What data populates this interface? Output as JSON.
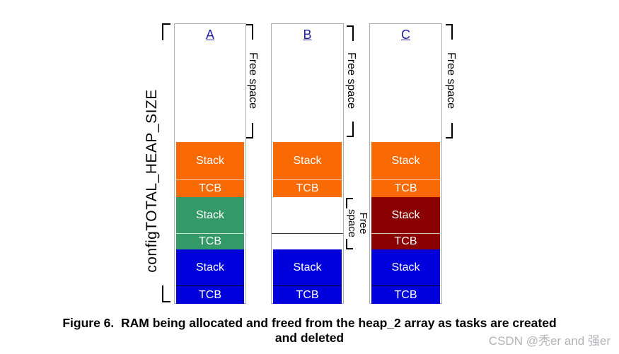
{
  "heap_bracket": {
    "label": "configTOTAL_HEAP_SIZE"
  },
  "columns": [
    {
      "header": "A",
      "free_space": {
        "label": "Free space"
      },
      "blocks": [
        {
          "label": "Stack",
          "color": "#f96a05"
        },
        {
          "label": "TCB",
          "color": "#f96a05"
        },
        {
          "label": "Stack",
          "color": "#339966"
        },
        {
          "label": "TCB",
          "color": "#339966"
        },
        {
          "label": "Stack",
          "color": "#0000dd"
        },
        {
          "label": "TCB",
          "color": "#0000dd"
        }
      ]
    },
    {
      "header": "B",
      "free_space": {
        "label": "Free space"
      },
      "freed_gap": {
        "line1": "Free",
        "line2": "space"
      },
      "blocks": [
        {
          "label": "Stack",
          "color": "#f96a05"
        },
        {
          "label": "TCB",
          "color": "#f96a05"
        },
        {
          "label": "Stack",
          "color": "#0000dd"
        },
        {
          "label": "TCB",
          "color": "#0000dd"
        }
      ]
    },
    {
      "header": "C",
      "free_space": {
        "label": "Free space"
      },
      "blocks": [
        {
          "label": "Stack",
          "color": "#f96a05"
        },
        {
          "label": "TCB",
          "color": "#f96a05"
        },
        {
          "label": "Stack",
          "color": "#8b0000"
        },
        {
          "label": "TCB",
          "color": "#8b0000"
        },
        {
          "label": "Stack",
          "color": "#0000dd"
        },
        {
          "label": "TCB",
          "color": "#0000dd"
        }
      ]
    }
  ],
  "caption": {
    "line1": "Figure 6.  RAM being allocated and freed from the heap_2 array as tasks are created",
    "line2": "and deleted"
  },
  "watermark": "CSDN @秃er and 强er",
  "colors": {
    "stack_tcb_orange": "#f96a05",
    "stack_tcb_green": "#339966",
    "stack_tcb_blue": "#0000dd",
    "stack_tcb_maroon": "#8b0000",
    "header_link_blue": "#2222a0",
    "box_border_gray": "#aeaeae"
  }
}
